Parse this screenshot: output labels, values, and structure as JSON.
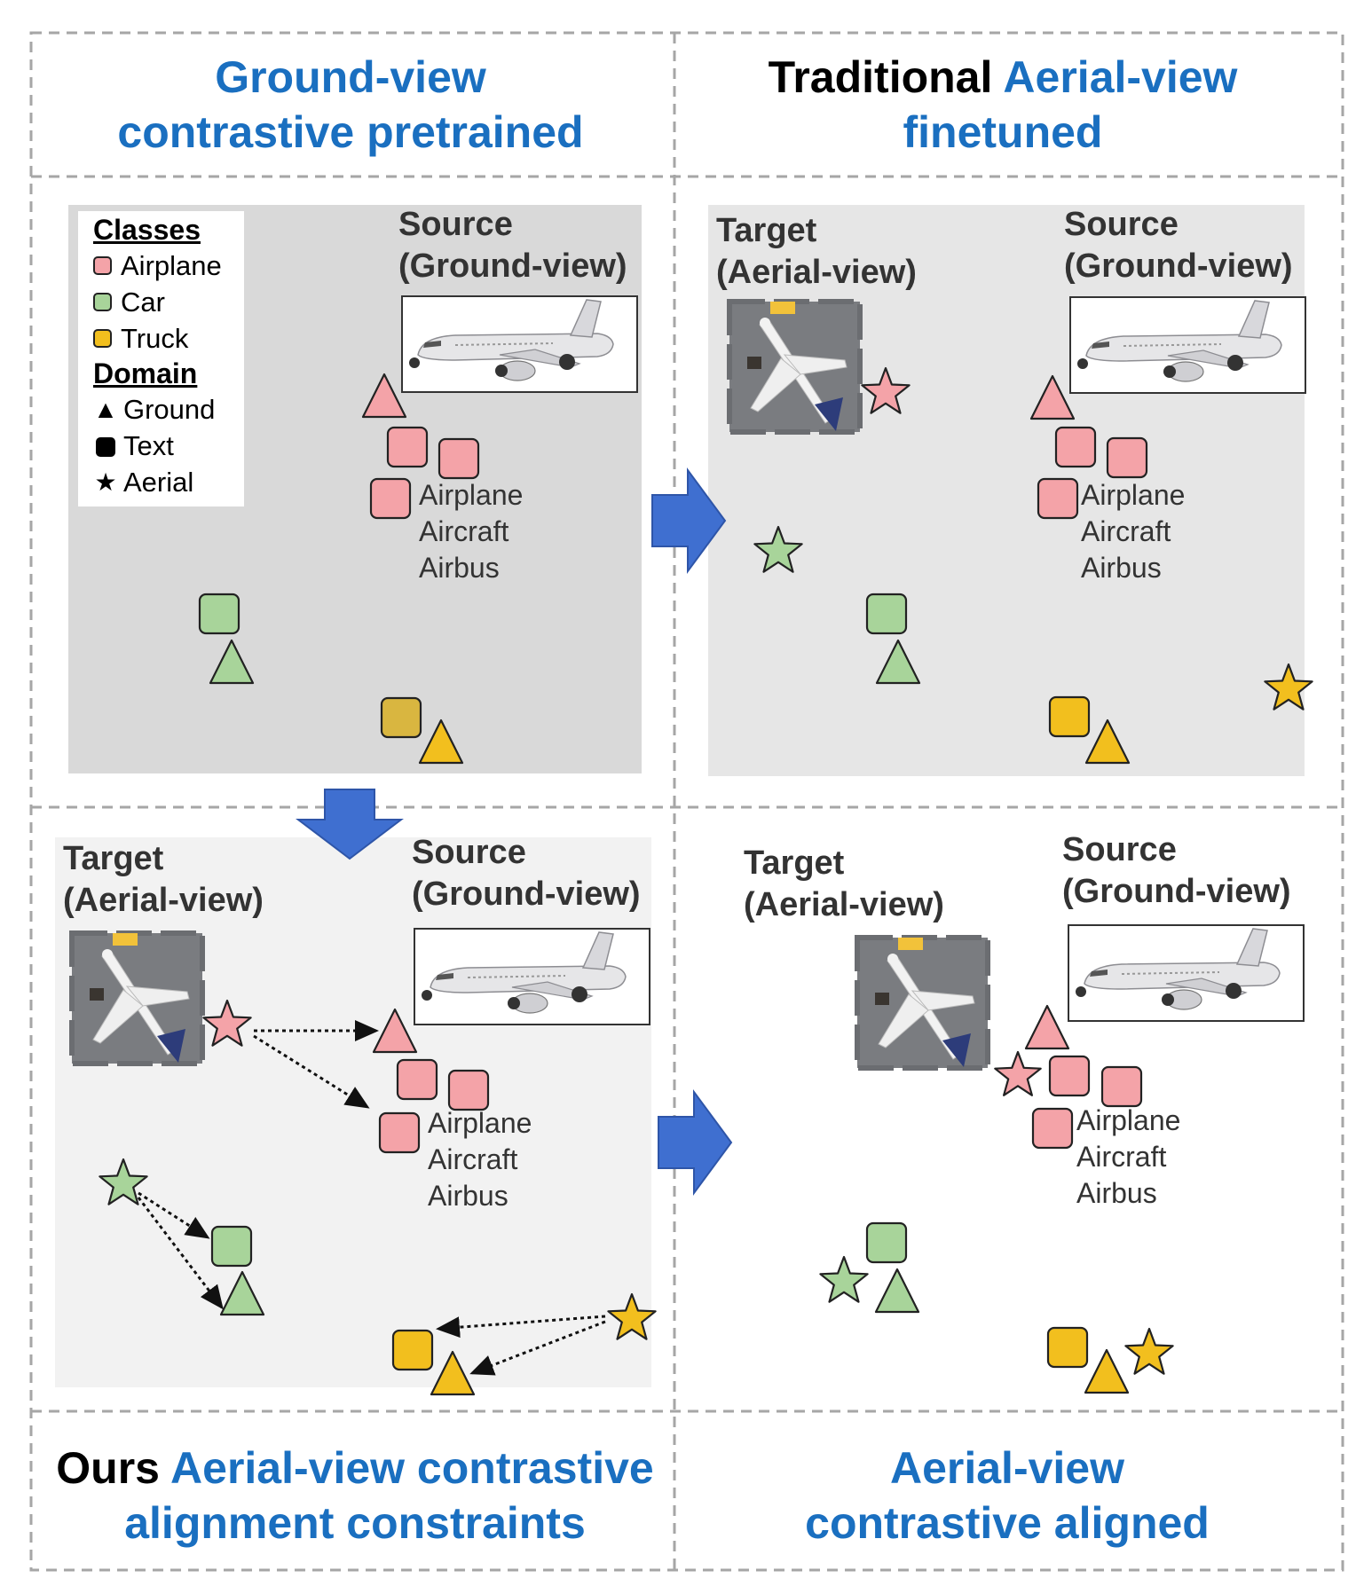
{
  "titles": {
    "top_left": {
      "line1": "Ground-view",
      "line2": "contrastive pretrained"
    },
    "top_right": {
      "prefix": "Traditional",
      "line1": "Aerial-view",
      "line2": "finetuned"
    },
    "bottom_left": {
      "prefix": "Ours",
      "line1": "Aerial-view contrastive",
      "line2": "alignment constraints"
    },
    "bottom_right": {
      "line1": "Aerial-view",
      "line2": "contrastive aligned"
    }
  },
  "labels": {
    "source": "Source",
    "ground_view": "(Ground-view)",
    "target": "Target",
    "aerial_view": "(Aerial-view)"
  },
  "text_words": [
    "Airplane",
    "Aircraft",
    "Airbus"
  ],
  "legend": {
    "classes_heading": "Classes",
    "classes": [
      {
        "label": "Airplane",
        "color": "#f4a3a8"
      },
      {
        "label": "Car",
        "color": "#a8d49a"
      },
      {
        "label": "Truck",
        "color": "#f2bf1e"
      }
    ],
    "domain_heading": "Domain",
    "domains": [
      {
        "label": "Ground",
        "glyph": "triangle-icon"
      },
      {
        "label": "Text",
        "glyph": "rounded-square-icon"
      },
      {
        "label": "Aerial",
        "glyph": "star-icon"
      }
    ]
  },
  "colors": {
    "airplane": "#f4a3a8",
    "car": "#a8d49a",
    "truck": "#f2bf1e",
    "arrow_blue": "#3f6fd0",
    "title_blue": "#1a6fc0",
    "panel_tl": "#d9d9d9",
    "panel_tr": "#e6e6e6",
    "panel_bl": "#f2f2f2"
  }
}
